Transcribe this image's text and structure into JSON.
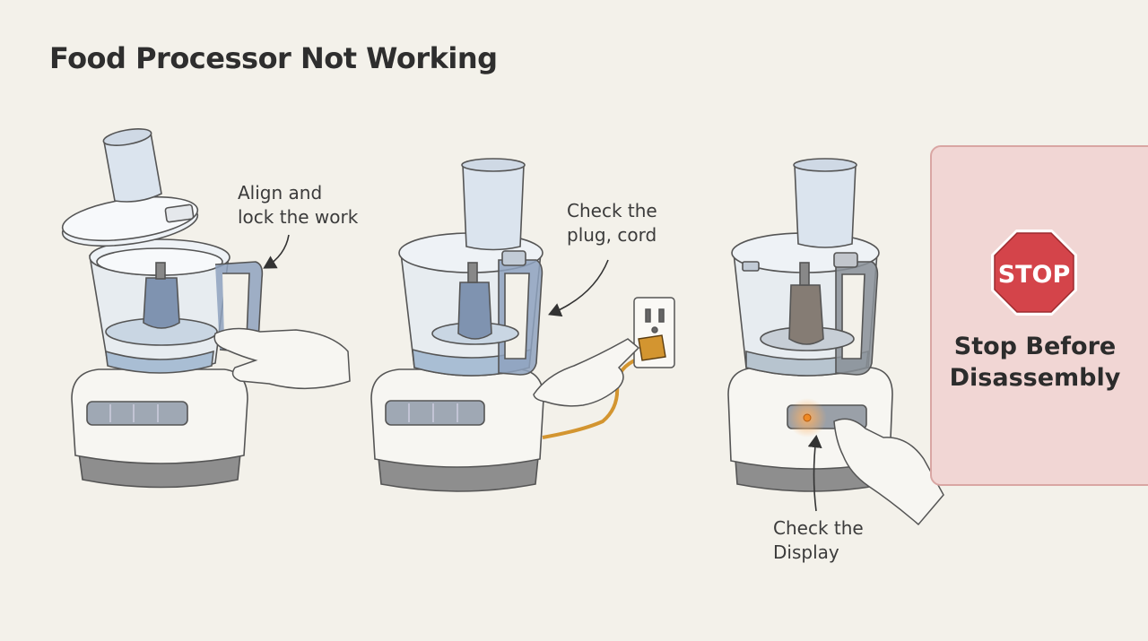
{
  "title": "Food Processor Not Working",
  "steps": [
    {
      "label": "Align and\nlock the work"
    },
    {
      "label": "Check the\nplug, cord"
    },
    {
      "label": "Check the\nDisplay"
    }
  ],
  "stop_card": {
    "sign_text": "STOP",
    "title": "Stop Before\nDisassembly"
  },
  "colors": {
    "background": "#f3f1ea",
    "stop_card": "#f1d6d4",
    "stop_sign": "#d4444a",
    "cord": "#d39530",
    "indicator_light": "#f08a24",
    "bowl_blue": "#c9d6e3",
    "blade_hub": "#7f93b0"
  },
  "icons": [
    "food-processor",
    "hand-pointer",
    "wall-outlet",
    "power-plug",
    "stop-sign",
    "arrow"
  ]
}
